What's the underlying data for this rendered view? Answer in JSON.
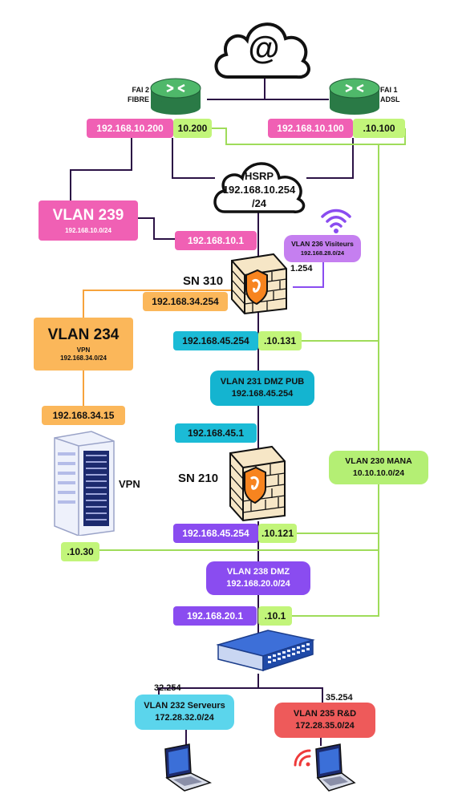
{
  "internet": {
    "symbol": "@"
  },
  "routers": {
    "fai2": {
      "line1": "FAI 2",
      "line2": "FIBRE"
    },
    "fai1": {
      "line1": "FAI 1",
      "line2": "ADSL"
    }
  },
  "addresses": {
    "fai2_ip": "192.168.10.200",
    "fai2_short": "10.200",
    "fai1_ip": "192.168.10.100",
    "fai1_short": ".10.100",
    "vlan239_gw": "192.168.10.1",
    "sn310_orange": "192.168.34.254",
    "sn310_cyan": "192.168.45.254",
    "sn310_green": ".10.131",
    "vpn_ip": "192.168.34.15",
    "sn210_cyan": "192.168.45.1",
    "sn210_purple": "192.168.45.254",
    "sn210_green": ".10.121",
    "vpn_green": ".10.30",
    "switch_purple": "192.168.20.1",
    "switch_green": ".10.1",
    "wifi_gw": "1.254",
    "servers_gw": "32.254",
    "rd_gw": "35.254"
  },
  "hsrp": {
    "title": "HSRP",
    "ip": "192.168.10.254",
    "mask": "/24"
  },
  "vlans": {
    "v239": {
      "name": "VLAN 239",
      "net": "192.168.10.0/24"
    },
    "v236": {
      "name": "VLAN 236 Visiteurs",
      "net": "192.168.28.0/24"
    },
    "v234": {
      "name": "VLAN 234",
      "sub": "VPN",
      "net": "192.168.34.0/24"
    },
    "v231": {
      "name": "VLAN 231 DMZ PUB",
      "net": "192.168.45.254"
    },
    "v230": {
      "name": "VLAN 230 MANA",
      "net": "10.10.10.0/24"
    },
    "v238": {
      "name": "VLAN 238 DMZ",
      "net": "192.168.20.0/24"
    },
    "v232": {
      "name": "VLAN 232 Serveurs",
      "net": "172.28.32.0/24"
    },
    "v235": {
      "name": "VLAN 235 R&D",
      "net": "172.28.35.0/24"
    }
  },
  "devices": {
    "sn310": "SN 310",
    "sn210": "SN 210",
    "vpn_server": "VPN"
  },
  "colors": {
    "pink": "#f060b4",
    "green": "#c2f57a",
    "orange": "#fbb75a",
    "cyan": "#1bbbd6",
    "purple": "#8a4cf0",
    "line_dark": "#3a1a5a"
  }
}
